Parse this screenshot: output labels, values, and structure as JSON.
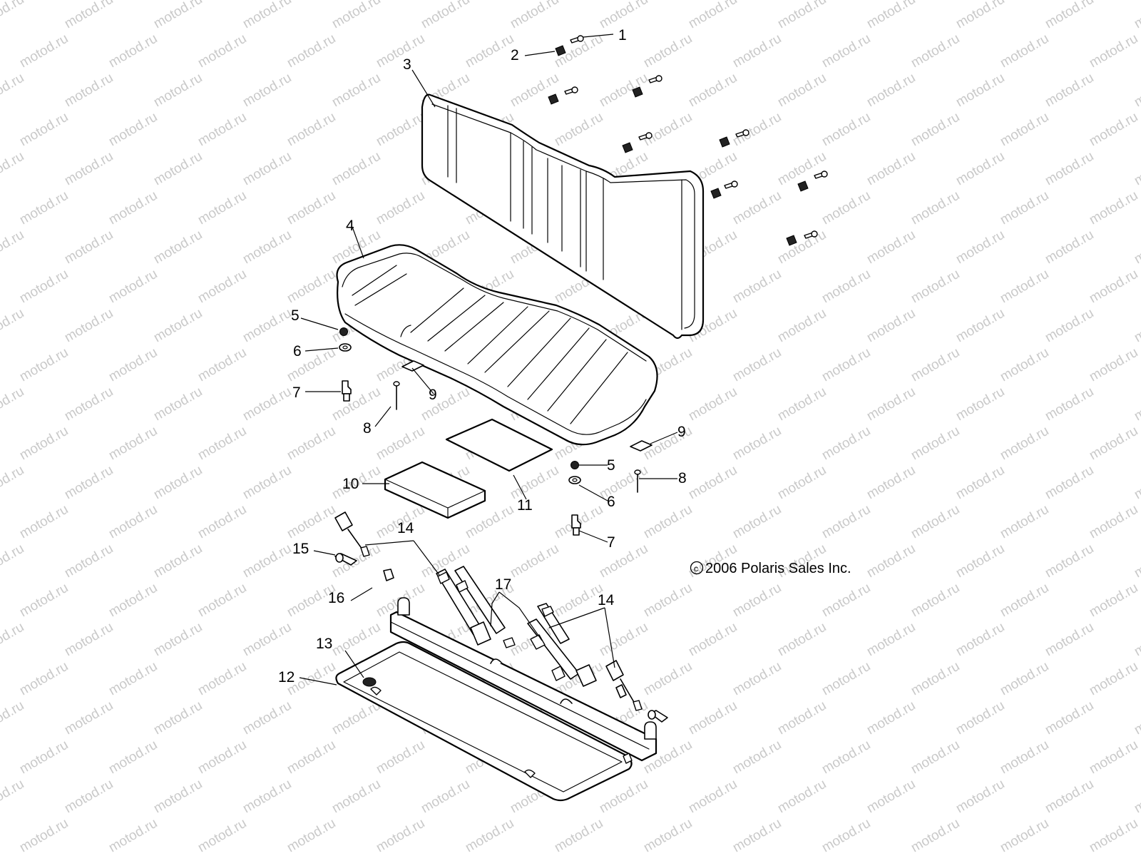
{
  "watermark_text": "motod.ru",
  "copyright": "2006 Polaris Sales Inc.",
  "copyright_symbol": "©",
  "callouts": {
    "c1": "1",
    "c2": "2",
    "c3": "3",
    "c4": "4",
    "c5a": "5",
    "c6a": "6",
    "c7a": "7",
    "c8a": "8",
    "c9a": "9",
    "c9b": "9",
    "c5b": "5",
    "c8b": "8",
    "c10": "10",
    "c11": "11",
    "c6b": "6",
    "c7b": "7",
    "c14a": "14",
    "c15": "15",
    "c16": "16",
    "c17": "17",
    "c14b": "14",
    "c13": "13",
    "c12": "12"
  },
  "colors": {
    "line": "#000000",
    "watermark": "#c9c9c9",
    "background": "#ffffff"
  }
}
